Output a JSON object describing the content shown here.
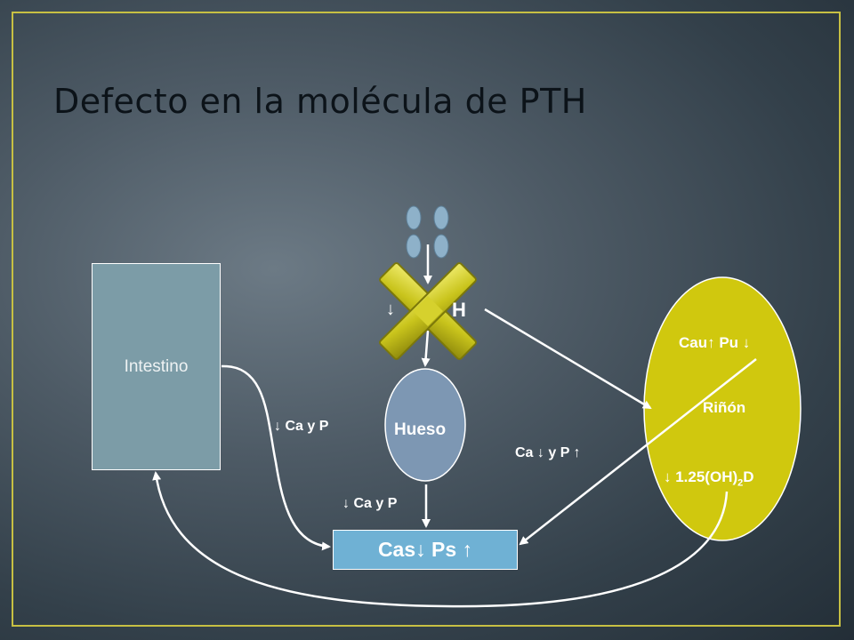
{
  "slide": {
    "title": "Defecto en la molécula de PTH"
  },
  "nodes": {
    "intestino": "Intestino",
    "hueso": "Hueso",
    "rinon": "Riñón",
    "pth_fragment_left": "↓",
    "pth_fragment_right": "H",
    "cas_ps": "Cas↓ Ps ↑",
    "kidney_top": "Cau↑ Pu ↓",
    "kidney_bottom": "↓ 1.25(OH)",
    "kidney_bottom_sub": "2",
    "kidney_bottom_suffix": "D"
  },
  "arrows": {
    "intestine_label": "↓ Ca y P",
    "bone_label": "↓ Ca y P",
    "kidney_label": "Ca ↓ y P ↑"
  },
  "colors": {
    "intestino_fill": "#7c9ca7",
    "hueso_fill": "#7d97b3",
    "rinon_fill": "#d0c80e",
    "cas_fill": "#6fb1d4",
    "cross_fill": "#c9c41c",
    "frame": "#c7c043"
  }
}
